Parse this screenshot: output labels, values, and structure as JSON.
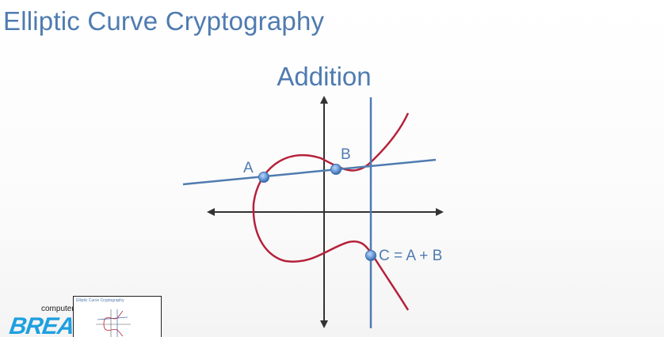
{
  "slide": {
    "title": "Elliptic Curve Cryptography"
  },
  "diagram": {
    "subtitle": "Addition",
    "points": {
      "a_label": "A",
      "b_label": "B",
      "c_label": "C = A + B"
    },
    "colors": {
      "curve": "#b5213a",
      "line": "#4f7bb0",
      "axis": "#333333",
      "point_fill": "#6f9fdc",
      "text": "#4f7bb0"
    }
  },
  "overlay": {
    "channel_small": "computer",
    "thumbnail_title": "Elliptic Curve Cryptography"
  },
  "icons": {
    "logo": "channel-logo-icon",
    "thumbnail": "video-thumbnail-icon"
  }
}
